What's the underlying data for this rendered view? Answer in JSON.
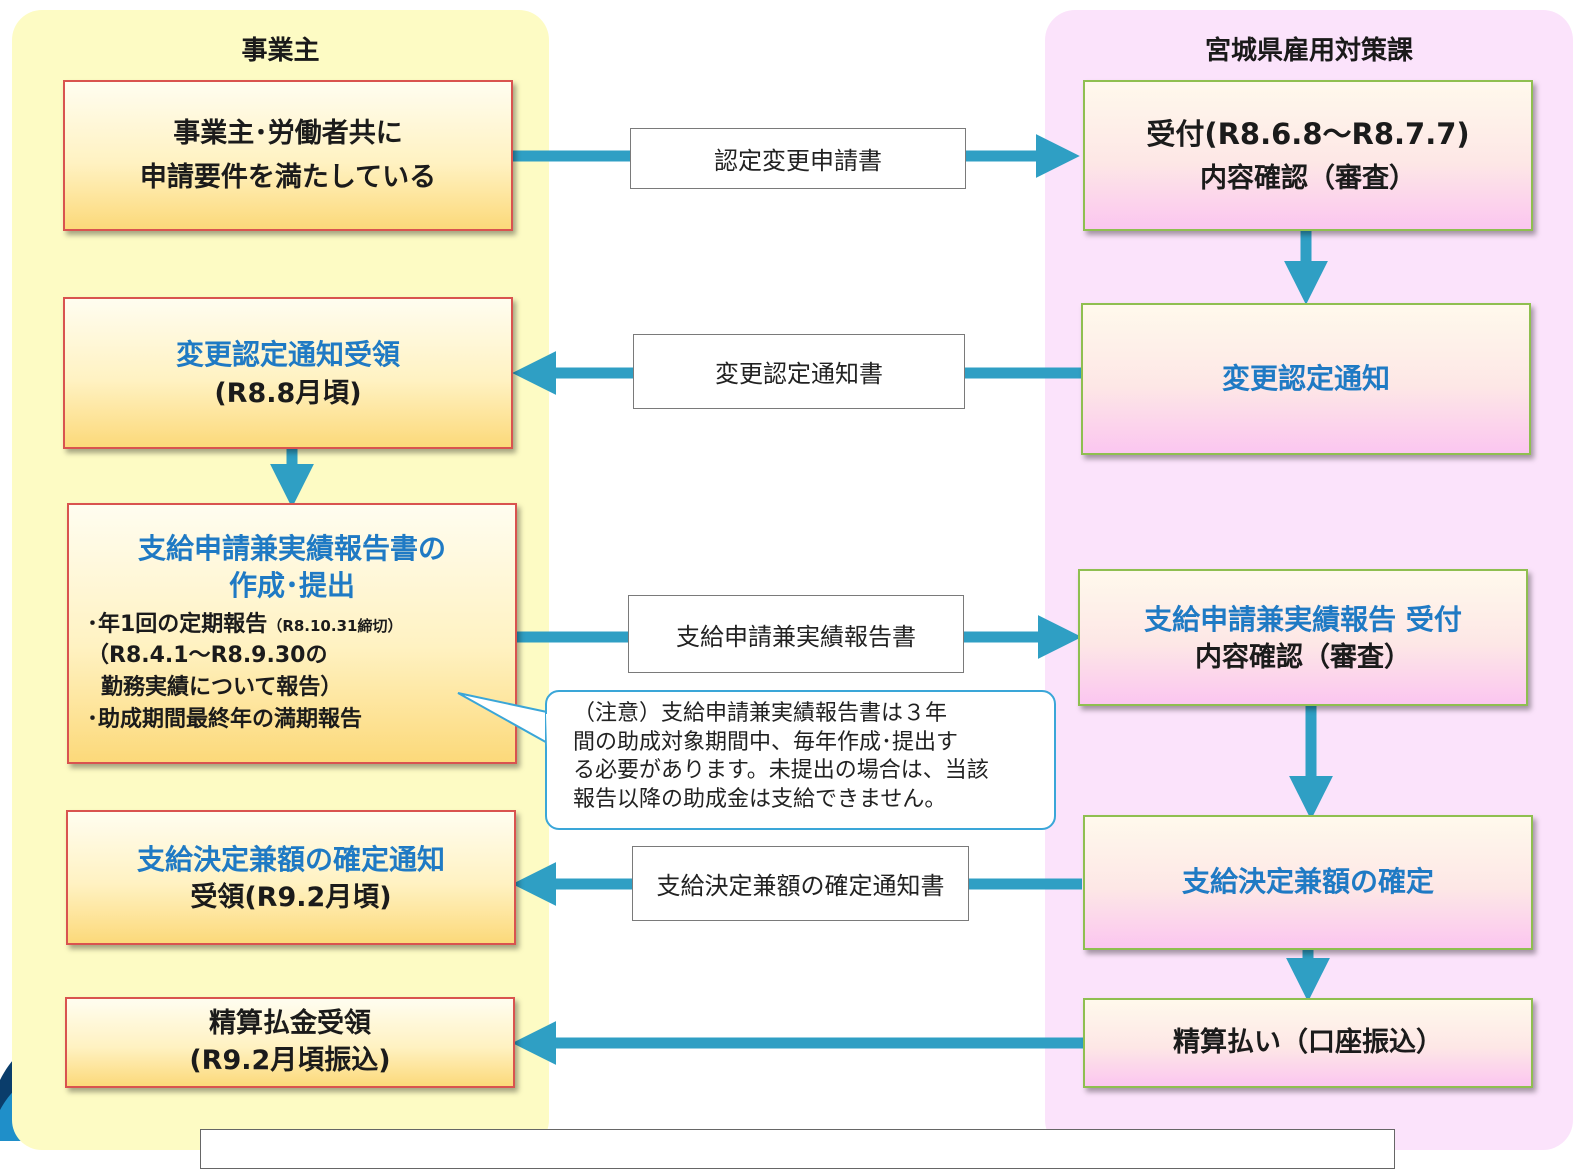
{
  "lanes": {
    "employer_title": "事業主",
    "office_title": "宮城県雇用対策課"
  },
  "employer": {
    "requirements": [
      "事業主･労働者共に",
      "申請要件を満たしている"
    ],
    "change_notice_received": [
      "変更認定通知受領",
      "(R8.8月頃)"
    ],
    "report_submit": {
      "title": [
        "支給申請兼実績報告書の",
        "作成･提出"
      ],
      "item1": "･年1回の定期報告",
      "item1_small": "（R8.10.31締切）",
      "item2": "（R8.4.1～R8.9.30の",
      "item3": "勤務実績について報告）",
      "item4": "･助成期間最終年の満期報告"
    },
    "decision_received": [
      "支給決定兼額の確定通知",
      "受領(R9.2月頃)"
    ],
    "payment_received": [
      "精算払金受領",
      "(R9.2月頃振込)"
    ]
  },
  "office": {
    "reception": [
      "受付(R8.6.8～R8.7.7)",
      "内容確認（審査）"
    ],
    "change_notice": "変更認定通知",
    "report_reception": [
      "支給申請兼実績報告 受付",
      "内容確認（審査）"
    ],
    "amount_decision": "支給決定兼額の確定",
    "settlement": "精算払い（口座振込）"
  },
  "documents": {
    "doc1": "認定変更申請書",
    "doc2": "変更認定通知書",
    "doc3": "支給申請兼実績報告書",
    "doc4": "支給決定兼額の確定通知書"
  },
  "note": {
    "lines": [
      "（注意）支給申請兼実績報告書は３年",
      "間の助成対象期間中、毎年作成･提出す",
      "る必要があります。未提出の場合は、当該",
      "報告以降の助成金は支給できません。"
    ]
  },
  "colors": {
    "arrow": "#2f9fc4",
    "blue_text": "#1f7ac4",
    "left_lane": "#fdfbc4",
    "right_lane": "#fbe3fb"
  }
}
